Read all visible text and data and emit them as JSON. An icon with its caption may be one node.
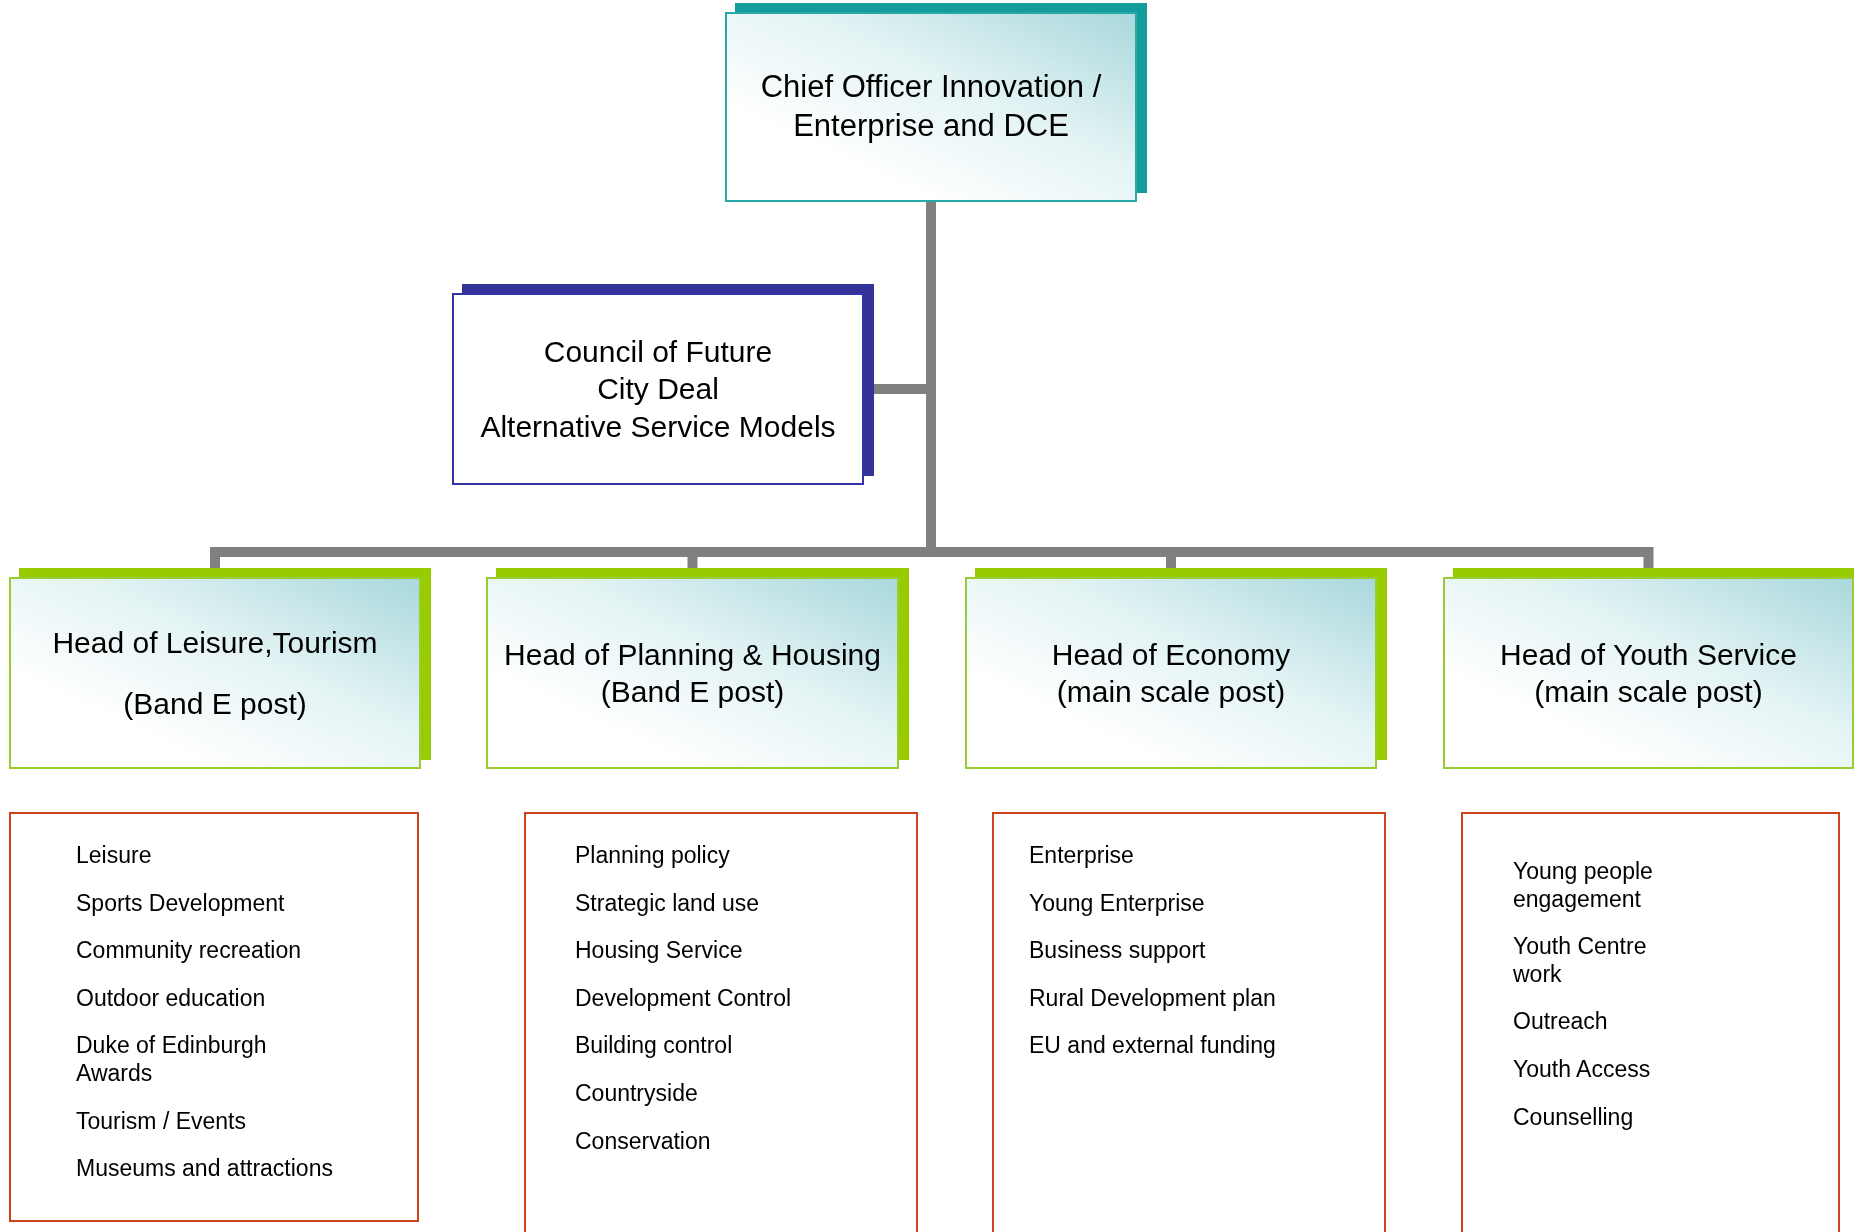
{
  "diagram": {
    "nodes": [
      {
        "text": [
          "Chief Officer Innovation / Enterprise and DCE"
        ]
      },
      {
        "text": [
          "Council of Future",
          "City Deal",
          "Alternative Service Models"
        ]
      },
      {
        "text": [
          "Head of Leisure,Tourism",
          "(Band E post)"
        ]
      },
      {
        "text": [
          "Head of Planning & Housing",
          "(Band E post)"
        ]
      },
      {
        "text": [
          "Head of Economy",
          "(main scale post)"
        ]
      },
      {
        "text": [
          "Head of Youth Service",
          "(main scale post)"
        ]
      },
      {
        "text": [
          "Leisure",
          "Sports Development",
          "Community recreation",
          "Outdoor education",
          "Duke of Edinburgh Awards",
          "Tourism / Events",
          "Museums and attractions"
        ]
      },
      {
        "text": [
          "Planning policy",
          "Strategic land use",
          "Housing Service",
          "Development Control",
          "Building control",
          "Countryside",
          "Conservation"
        ]
      },
      {
        "text": [
          "Enterprise",
          "Young Enterprise",
          "Business support",
          "Rural Development plan",
          "EU and external funding"
        ]
      },
      {
        "text": [
          "Young people engagement",
          "Youth Centre work",
          "Outreach",
          "Youth Access",
          "Counselling"
        ]
      }
    ],
    "edges": [
      {
        "from": 0,
        "to": 1,
        "arrow": "none"
      },
      {
        "from": 0,
        "to": 2,
        "arrow": "none"
      },
      {
        "from": 0,
        "to": 3,
        "arrow": "none"
      },
      {
        "from": 0,
        "to": 4,
        "arrow": "none"
      },
      {
        "from": 0,
        "to": 5,
        "arrow": "none"
      }
    ]
  }
}
